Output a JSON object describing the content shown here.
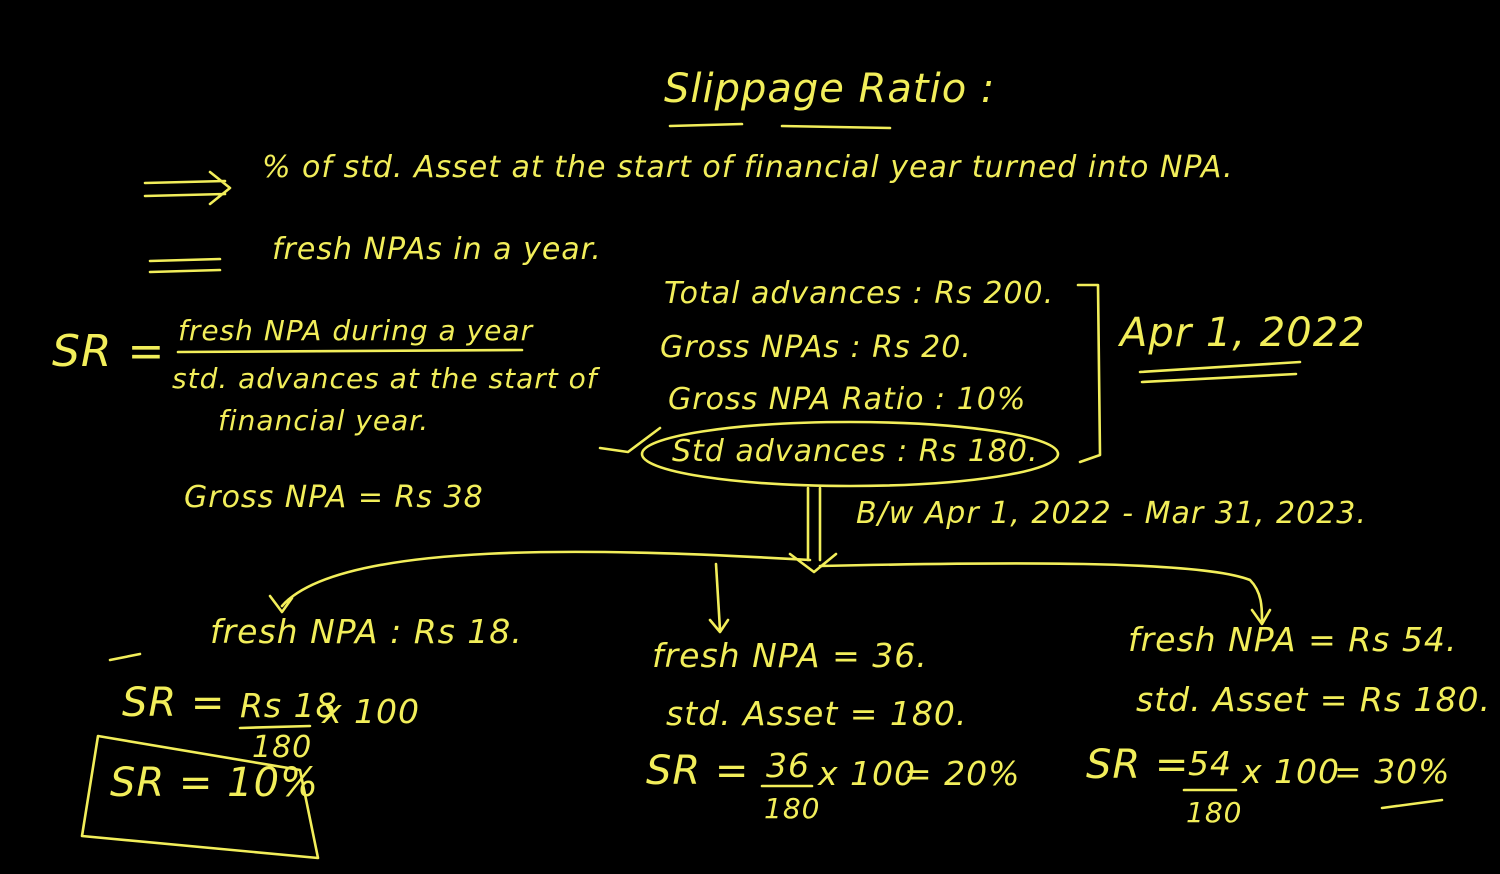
{
  "colors": {
    "background": "#000000",
    "ink": "#f2ee5a"
  },
  "heading": "Slippage Ratio :",
  "bullets": [
    "% of std. Asset at the start of financial year turned into NPA.",
    "fresh NPAs in a year."
  ],
  "formula": {
    "lhs": "SR =",
    "numerator": "fresh NPA during a year",
    "denominator_line1": "std. advances at the start of",
    "denominator_line2": "financial year."
  },
  "gross_npa_note": "Gross NPA = Rs 38",
  "balance_sheet": {
    "rows": [
      "Total advances : Rs 200.",
      "Gross NPAs : Rs 20.",
      "Gross NPA Ratio : 10%",
      "Std advances : Rs 180."
    ],
    "date": "Apr 1, 2022"
  },
  "period": "B/w Apr 1, 2022 - Mar 31, 2023.",
  "cases": [
    {
      "line1": "fresh NPA : Rs 18.",
      "sr_lhs": "SR =",
      "numerator": "Rs 18",
      "denominator": "180",
      "multiplier": "x 100",
      "result": "SR = 10%"
    },
    {
      "line1": "fresh NPA = 36.",
      "line2": "std. Asset = 180.",
      "sr_lhs": "SR =",
      "numerator": "36",
      "denominator": "180",
      "multiplier": "x 100",
      "result": "= 20%"
    },
    {
      "line1": "fresh NPA = Rs 54.",
      "line2": "std. Asset = Rs 180.",
      "sr_lhs": "SR =",
      "numerator": "54",
      "denominator": "180",
      "multiplier": "x 100",
      "result": "= 30%"
    }
  ]
}
